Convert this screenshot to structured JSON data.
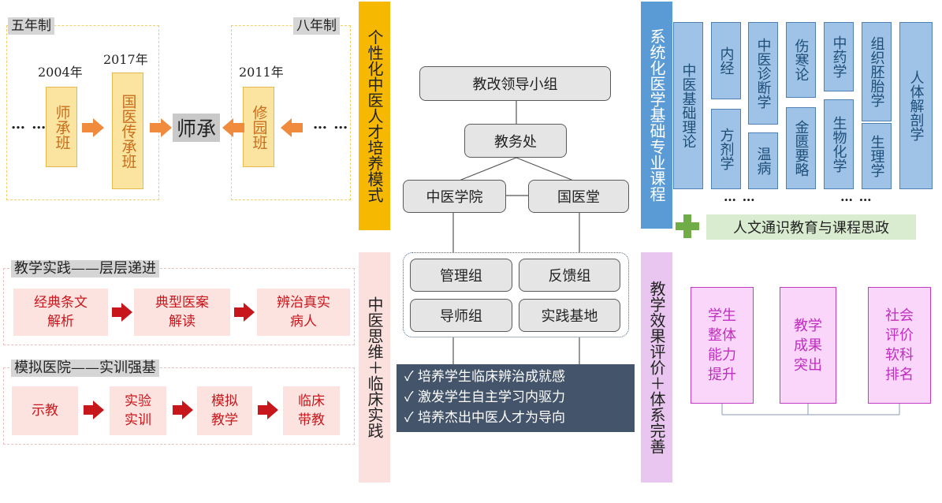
{
  "left_top": {
    "five_year_label": "五年制",
    "eight_year_label": "八年制",
    "year_2004": "2004年",
    "year_2017": "2017年",
    "year_2011": "2011年",
    "dots": "…  …",
    "box_shicheng_ban": "师承班",
    "box_guoyi_chuancheng_ban": "国医传承班",
    "box_xiuyuan_ban": "修园班",
    "center_label": "师承",
    "side_title": "个性化中医人才培养模式"
  },
  "center": {
    "leading_group": "教改领导小组",
    "academic_office": "教务处",
    "tcm_college": "中医学院",
    "guoyi_tang": "国医堂",
    "management_group": "管理组",
    "feedback_group": "反馈组",
    "mentor_group": "导师组",
    "practice_base": "实践基地",
    "goals": [
      "✓  培养学生临床辨治成就感",
      "✓  激发学生自主学习内驱力",
      "✓  培养杰出中医人才为导向"
    ]
  },
  "left_bottom": {
    "teaching_practice_title": "教学实践——层层递进",
    "step1": "经典条文解析",
    "step2": "典型医案解读",
    "step3": "辨治真实病人",
    "simulated_hospital_title": "模拟医院——实训强基",
    "sim1": "示教",
    "sim2": "实验实训",
    "sim3": "模拟教学",
    "sim4": "临床带教",
    "side_title": "中医思维＋临床实践"
  },
  "right_top": {
    "side_title": "系统化医学基础专业课程",
    "courses": {
      "basic_theory": "中医基础理论",
      "neijing": "内经",
      "fangji": "方剂学",
      "diagnostics": "中医诊断学",
      "wenbing": "温病",
      "shanghan": "伤寒论",
      "jingui": "金匮要略",
      "pharmacology": "中药学",
      "biochemistry": "生物化学",
      "histology": "组织胚胎学",
      "physiology": "生理学",
      "anatomy": "人体解剖学"
    },
    "dots1": "… …",
    "dots2": "… …",
    "humanities": "人文通识教育与课程思政"
  },
  "right_bottom": {
    "side_title": "教学效果评价＋体系完善",
    "result1": "学生整体能力提升",
    "result2": "教学成果突出",
    "result3": "社会评价软科排名"
  },
  "colors": {
    "orange_title": "#f6b800",
    "pink_title": "#fbe0dd",
    "blue_title": "#5b9bd5",
    "lavender_title": "#e8c6ef",
    "red": "#c8171c",
    "magenta": "#c12cc1",
    "navy": "#44546a"
  }
}
